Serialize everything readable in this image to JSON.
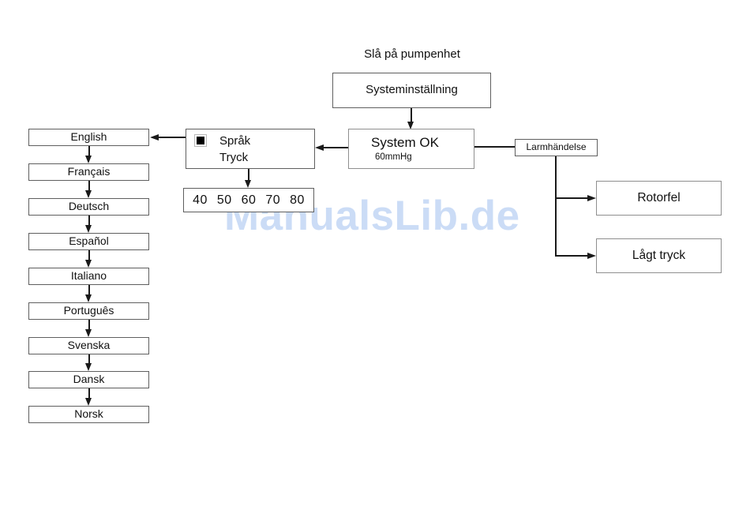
{
  "watermark": "ManualsLib.de",
  "diagram": {
    "title": "Slå på pumpenhet",
    "system_setup_label": "Systeminställning",
    "system_ok": {
      "title": "System OK",
      "value": "60mmHg"
    },
    "menu": {
      "item1": "Språk",
      "item2": "Tryck"
    },
    "pressure_values": "40 50 60 70 80",
    "languages": [
      "English",
      "Français",
      "Deutsch",
      "Español",
      "Italiano",
      "Português",
      "Svenska",
      "Dansk",
      "Norsk"
    ],
    "alarm_label": "Larmhändelse",
    "alarm_events": [
      "Rotorfel",
      "Lågt tryck"
    ]
  },
  "colors": {
    "watermark": "#cbdcf6",
    "line": "#1a1a1a",
    "border": "#5f5f5f"
  }
}
